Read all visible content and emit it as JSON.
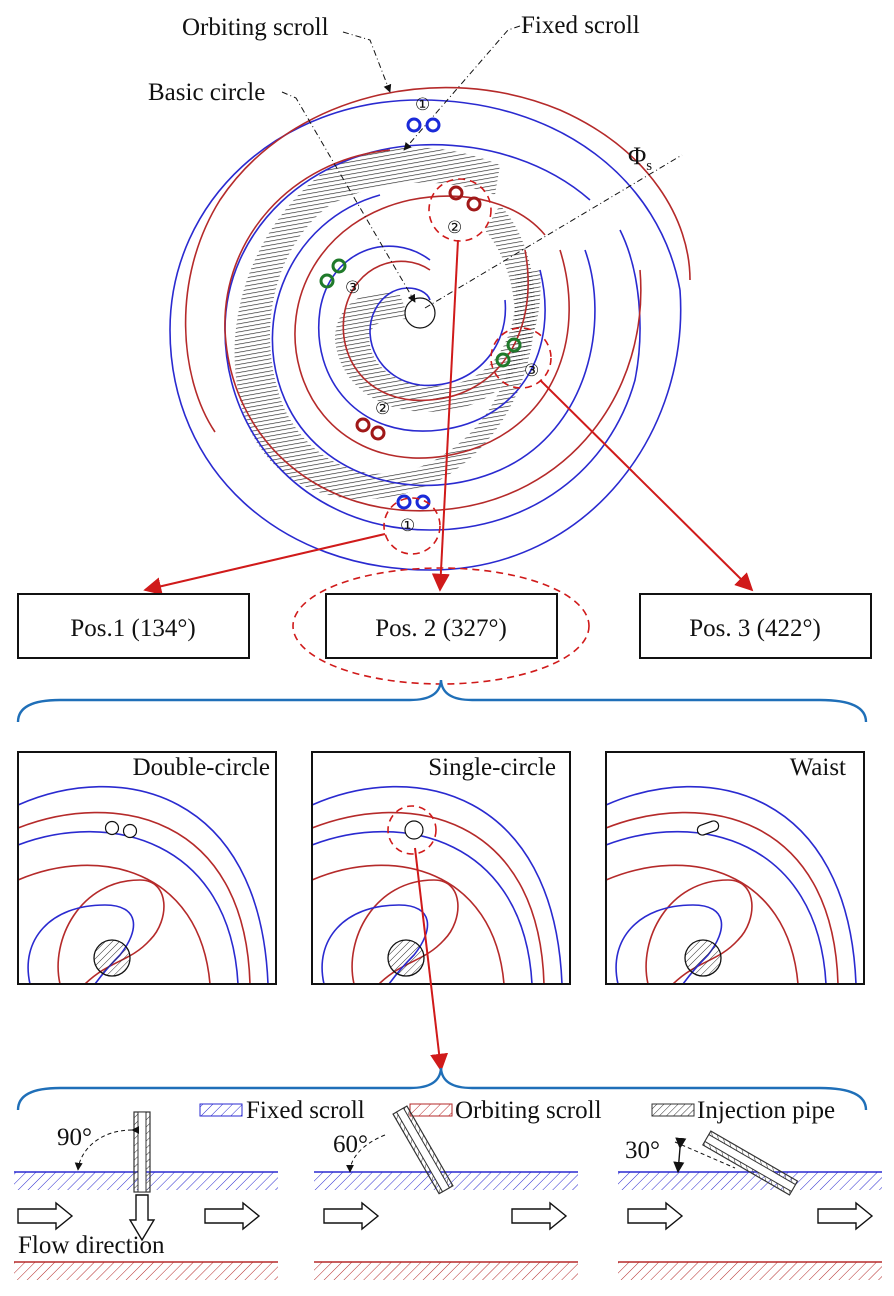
{
  "labels": {
    "orbiting_scroll": "Orbiting scroll",
    "fixed_scroll": "Fixed scroll",
    "basic_circle": "Basic circle",
    "phi_s": "Φ",
    "phi_sub": "s",
    "markers": [
      "①",
      "②",
      "③"
    ]
  },
  "positions": [
    "Pos.1 (134°)",
    "Pos. 2 (327°)",
    "Pos. 3 (422°)"
  ],
  "shapes": [
    "Double-circle",
    "Single-circle",
    "Waist"
  ],
  "legend": {
    "fixed": "Fixed scroll",
    "orbiting": "Orbiting scroll",
    "pipe": "Injection pipe"
  },
  "angles": [
    "90°",
    "60°",
    "30°"
  ],
  "flow_label": "Flow direction",
  "colors": {
    "fixed_scroll": "#2a2ad0",
    "orbiting_scroll": "#b52a2a",
    "port_blue": "#1a2ad8",
    "port_red": "#a01818",
    "port_green": "#1f7a2a",
    "accent_red": "#d01a1a",
    "brace": "#1f6fb8"
  }
}
